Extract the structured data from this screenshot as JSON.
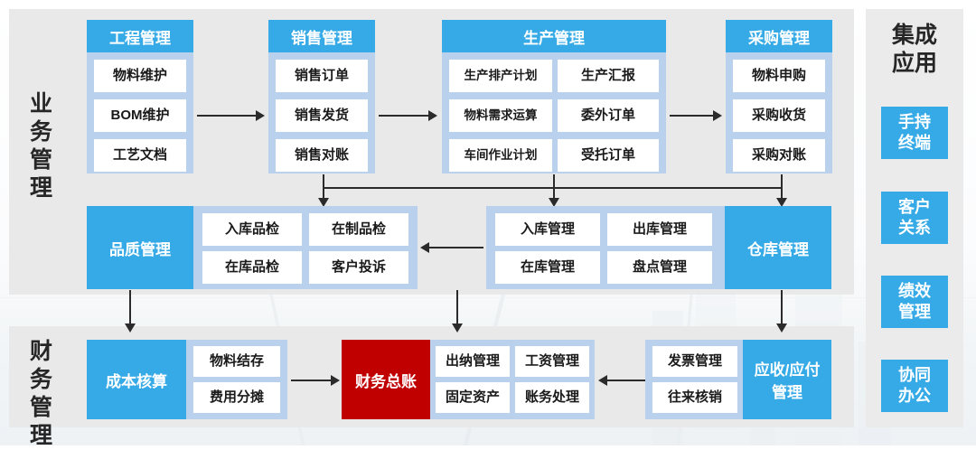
{
  "diagram": {
    "title_hidden": "",
    "colors": {
      "accent_blue": "#35aae6",
      "group_blue": "#b9d1ec",
      "panel_gray": "#e9e9e9",
      "tile_white": "#ffffff",
      "highlight_red": "#c00000",
      "line_dark": "#2b2b2b"
    }
  },
  "sections": {
    "business": {
      "label_chars": [
        "业",
        "务",
        "管",
        "理"
      ]
    },
    "finance": {
      "label_chars": [
        "财",
        "务",
        "管",
        "理"
      ]
    }
  },
  "apps": {
    "title_chars": [
      "集成",
      "应用"
    ],
    "items": [
      {
        "lines": [
          "手持",
          "终端"
        ]
      },
      {
        "lines": [
          "客户",
          "关系"
        ]
      },
      {
        "lines": [
          "绩效",
          "管理"
        ]
      },
      {
        "lines": [
          "协同",
          "办公"
        ]
      }
    ]
  },
  "groups": {
    "engineering": {
      "header": "工程管理",
      "tiles": [
        "物料维护",
        "BOM维护",
        "工艺文档"
      ]
    },
    "sales": {
      "header": "销售管理",
      "tiles": [
        "销售订单",
        "销售发货",
        "销售对账"
      ]
    },
    "production": {
      "header": "生产管理",
      "tiles": [
        "生产排产计划",
        "生产汇报",
        "物料需求运算",
        "委外订单",
        "车间作业计划",
        "受托订单"
      ]
    },
    "purchasing": {
      "header": "采购管理",
      "tiles": [
        "物料申购",
        "采购收货",
        "采购对账"
      ]
    },
    "quality": {
      "header": "品质管理",
      "tiles": [
        "入库品检",
        "在制品检",
        "在库品检",
        "客户投诉"
      ]
    },
    "warehouse": {
      "header": "仓库管理",
      "tiles": [
        "入库管理",
        "出库管理",
        "在库管理",
        "盘点管理"
      ]
    },
    "cost": {
      "header": "成本核算",
      "tiles": [
        "物料结存",
        "费用分摊"
      ]
    },
    "ledger": {
      "header": "财务总账",
      "tiles": [
        "出纳管理",
        "工资管理",
        "固定资产",
        "账务处理"
      ]
    },
    "receivable": {
      "header_lines": [
        "应收/应付",
        "管理"
      ],
      "tiles": [
        "发票管理",
        "往来核销"
      ]
    }
  }
}
